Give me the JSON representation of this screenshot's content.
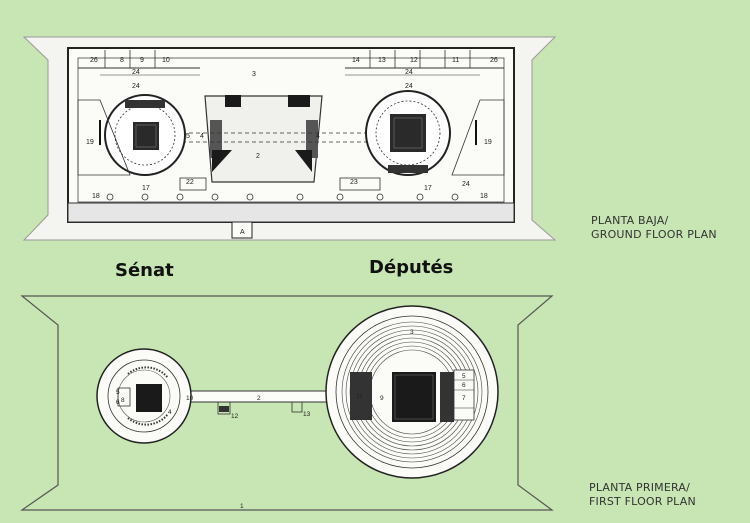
{
  "captions": {
    "ground_line1": "PLANTA BAJA/",
    "ground_line2": "GROUND FLOOR PLAN",
    "first_line1": "PLANTA PRIMERA/",
    "first_line2": "FIRST FLOOR PLAN"
  },
  "chambers": {
    "left": "Sénat",
    "right": "Députés"
  },
  "ground_labels": {
    "l26": "26",
    "l8": "8",
    "l9": "9",
    "l10": "10",
    "r14": "14",
    "r13": "13",
    "r12": "12",
    "r11": "11",
    "r26": "26",
    "l24a": "24",
    "l24b": "24",
    "r24a": "24",
    "r24b": "24",
    "r24c": "24",
    "l3": "3",
    "l2": "2",
    "l5": "5",
    "l4": "4",
    "r4": "4",
    "l19": "19",
    "r19": "19",
    "l17": "17",
    "r17": "17",
    "l22": "22",
    "r23": "23",
    "l18": "18",
    "r18": "18",
    "lA": "A"
  },
  "first_labels": {
    "f3": "3",
    "f8": "8",
    "f5": "5",
    "f6": "6",
    "f4": "4",
    "f10": "10",
    "f2": "2",
    "f12": "12",
    "f13": "13",
    "f9": "9",
    "f11": "11",
    "f7": "7",
    "f5b": "5",
    "f6b": "6",
    "f1": "1"
  },
  "colors": {
    "background": "#c8e6b4",
    "plan_fill": "#f4f4f0",
    "line": "#333333",
    "dark": "#1a1a1a"
  }
}
